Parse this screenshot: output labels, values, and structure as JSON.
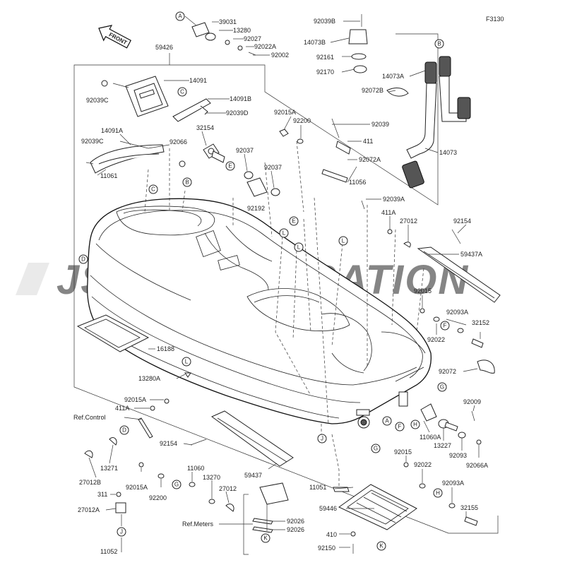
{
  "page": {
    "code": "F3130",
    "watermark": "JSP CORPORATION",
    "front_label": "FRONT"
  },
  "refs": {
    "control": "Ref.Control",
    "meters": "Ref.Meters"
  },
  "parts": [
    {
      "id": "p39031",
      "label": "39031"
    },
    {
      "id": "p13280",
      "label": "13280"
    },
    {
      "id": "p92027",
      "label": "92027"
    },
    {
      "id": "p92022A_top",
      "label": "92022A"
    },
    {
      "id": "p92002",
      "label": "92002"
    },
    {
      "id": "p59426",
      "label": "59426"
    },
    {
      "id": "p14091",
      "label": "14091"
    },
    {
      "id": "p92039C_a",
      "label": "92039C"
    },
    {
      "id": "p14091B",
      "label": "14091B"
    },
    {
      "id": "p92039D",
      "label": "92039D"
    },
    {
      "id": "p14091A",
      "label": "14091A"
    },
    {
      "id": "p92039C_b",
      "label": "92039C"
    },
    {
      "id": "p92066",
      "label": "92066"
    },
    {
      "id": "p32154",
      "label": "32154"
    },
    {
      "id": "p92037_a",
      "label": "92037"
    },
    {
      "id": "p92037_b",
      "label": "92037"
    },
    {
      "id": "p92192",
      "label": "92192"
    },
    {
      "id": "p11061",
      "label": "11061"
    },
    {
      "id": "p92015A_top",
      "label": "92015A"
    },
    {
      "id": "p92200_top",
      "label": "92200"
    },
    {
      "id": "p92039B",
      "label": "92039B"
    },
    {
      "id": "p14073B",
      "label": "14073B"
    },
    {
      "id": "p92161",
      "label": "92161"
    },
    {
      "id": "p92170",
      "label": "92170"
    },
    {
      "id": "p14073A",
      "label": "14073A"
    },
    {
      "id": "p92072B",
      "label": "92072B"
    },
    {
      "id": "p14073",
      "label": "14073"
    },
    {
      "id": "p92039",
      "label": "92039"
    },
    {
      "id": "p411",
      "label": "411"
    },
    {
      "id": "p92072A",
      "label": "92072A"
    },
    {
      "id": "p11056",
      "label": "11056"
    },
    {
      "id": "p92039A",
      "label": "92039A"
    },
    {
      "id": "p411A_top",
      "label": "411A"
    },
    {
      "id": "p27012_top",
      "label": "27012"
    },
    {
      "id": "p92154_top",
      "label": "92154"
    },
    {
      "id": "p59437A",
      "label": "59437A"
    },
    {
      "id": "p92015_r",
      "label": "92015"
    },
    {
      "id": "p92093A_r",
      "label": "92093A"
    },
    {
      "id": "p92022_r",
      "label": "92022"
    },
    {
      "id": "p32152",
      "label": "32152"
    },
    {
      "id": "p92072",
      "label": "92072"
    },
    {
      "id": "p16188",
      "label": "16188"
    },
    {
      "id": "p13280A",
      "label": "13280A"
    },
    {
      "id": "p92009",
      "label": "92009"
    },
    {
      "id": "p11060A",
      "label": "11060A"
    },
    {
      "id": "p13227",
      "label": "13227"
    },
    {
      "id": "p92093",
      "label": "92093"
    },
    {
      "id": "p92066A",
      "label": "92066A"
    },
    {
      "id": "p92015_b",
      "label": "92015"
    },
    {
      "id": "p92022_b",
      "label": "92022"
    },
    {
      "id": "p92093A_b",
      "label": "92093A"
    },
    {
      "id": "p32155",
      "label": "32155"
    },
    {
      "id": "p92015A_l",
      "label": "92015A"
    },
    {
      "id": "p411A_l",
      "label": "411A"
    },
    {
      "id": "p92154_l",
      "label": "92154"
    },
    {
      "id": "p13271",
      "label": "13271"
    },
    {
      "id": "p27012B",
      "label": "27012B"
    },
    {
      "id": "p92015A_b",
      "label": "92015A"
    },
    {
      "id": "p92200_b",
      "label": "92200"
    },
    {
      "id": "p11060",
      "label": "11060"
    },
    {
      "id": "p13270",
      "label": "13270"
    },
    {
      "id": "p27012_b",
      "label": "27012"
    },
    {
      "id": "p59437",
      "label": "59437"
    },
    {
      "id": "p311",
      "label": "311"
    },
    {
      "id": "p27012A",
      "label": "27012A"
    },
    {
      "id": "p11052",
      "label": "11052"
    },
    {
      "id": "p92026_a",
      "label": "92026"
    },
    {
      "id": "p92026_b",
      "label": "92026"
    },
    {
      "id": "p11051",
      "label": "11051"
    },
    {
      "id": "p59446",
      "label": "59446"
    },
    {
      "id": "p410",
      "label": "410"
    },
    {
      "id": "p92150",
      "label": "92150"
    }
  ],
  "callouts": [
    {
      "id": "cA1",
      "letter": "A"
    },
    {
      "id": "cB1",
      "letter": "B"
    },
    {
      "id": "cC1",
      "letter": "C"
    },
    {
      "id": "cC2",
      "letter": "C"
    },
    {
      "id": "cB2",
      "letter": "B"
    },
    {
      "id": "cE1",
      "letter": "E"
    },
    {
      "id": "cE2",
      "letter": "E"
    },
    {
      "id": "cD1",
      "letter": "D"
    },
    {
      "id": "cL1",
      "letter": "L"
    },
    {
      "id": "cL2",
      "letter": "L"
    },
    {
      "id": "cL3",
      "letter": "L"
    },
    {
      "id": "cL4",
      "letter": "L"
    },
    {
      "id": "cF1",
      "letter": "F"
    },
    {
      "id": "cG1",
      "letter": "G"
    },
    {
      "id": "cA2",
      "letter": "A"
    },
    {
      "id": "cF2",
      "letter": "F"
    },
    {
      "id": "cH1",
      "letter": "H"
    },
    {
      "id": "cG2",
      "letter": "G"
    },
    {
      "id": "cJ1",
      "letter": "J"
    },
    {
      "id": "cD2",
      "letter": "D"
    },
    {
      "id": "cG3",
      "letter": "G"
    },
    {
      "id": "cH2",
      "letter": "H"
    },
    {
      "id": "cJ2",
      "letter": "J"
    },
    {
      "id": "cK1",
      "letter": "K"
    },
    {
      "id": "cK2",
      "letter": "K"
    }
  ]
}
